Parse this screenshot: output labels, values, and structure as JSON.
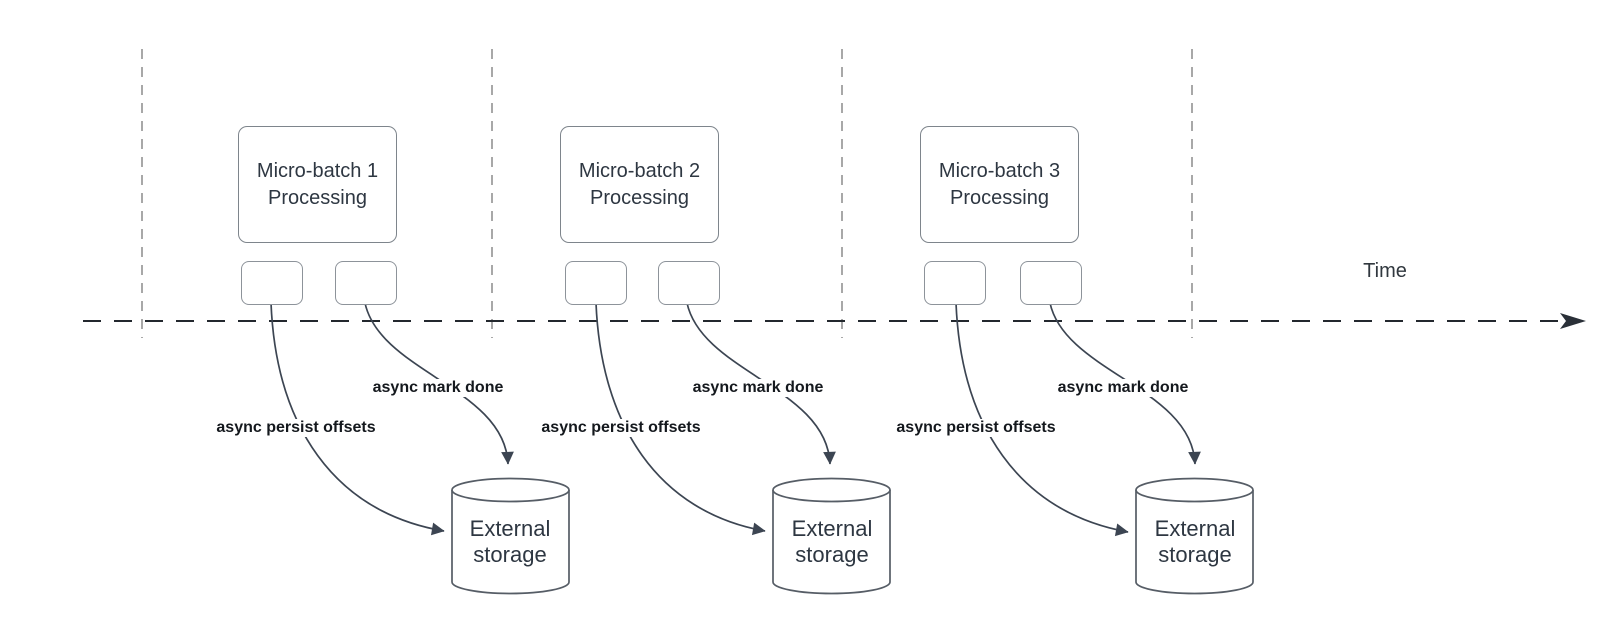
{
  "diagram": {
    "time_axis": {
      "label": "Time"
    },
    "groups": [
      {
        "box_line1": "Micro-batch 1",
        "box_line2": "Processing",
        "persist_arrow_label": "async persist offsets",
        "mark_done_arrow_label": "async mark done",
        "storage_line1": "External",
        "storage_line2": "storage"
      },
      {
        "box_line1": "Micro-batch 2",
        "box_line2": "Processing",
        "persist_arrow_label": "async persist offsets",
        "mark_done_arrow_label": "async mark done",
        "storage_line1": "External",
        "storage_line2": "storage"
      },
      {
        "box_line1": "Micro-batch 3",
        "box_line2": "Processing",
        "persist_arrow_label": "async persist offsets",
        "mark_done_arrow_label": "async mark done",
        "storage_line1": "External",
        "storage_line2": "storage"
      }
    ],
    "colors": {
      "background": "#ffffff",
      "box_border": "#7e858c",
      "box_text": "#2e3742",
      "arrow_stroke": "#3c4552",
      "axis_stroke": "#23282e",
      "separator_stroke": "#a8a8a8",
      "label_text": "#14181d"
    }
  }
}
